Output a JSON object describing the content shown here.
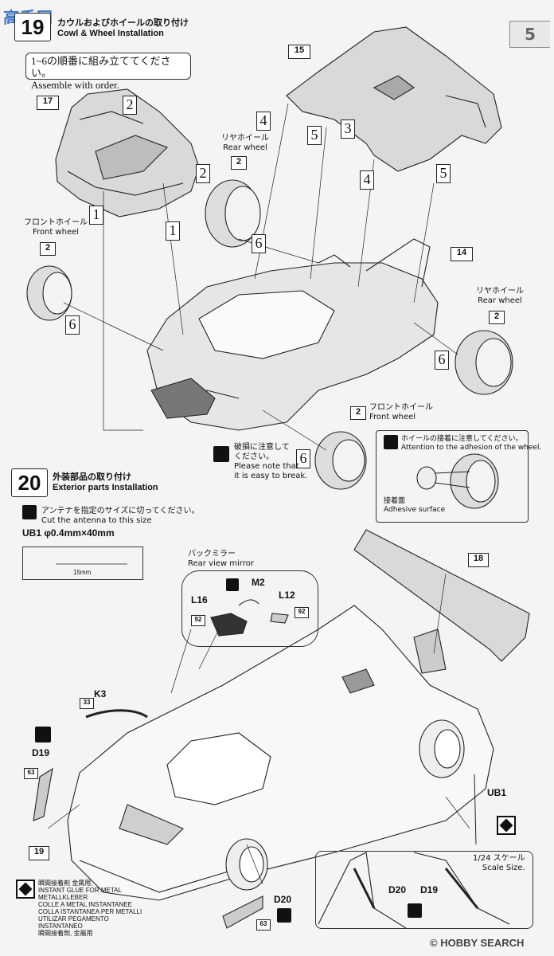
{
  "watermark": "高手网",
  "step19": {
    "number": "19",
    "title_jp": "カウルおよびホイールの取り付け",
    "title_en": "Cowl & Wheel Installation",
    "order_jp": "1~6の順番に組み立ててください。",
    "order_en": "Assemble with order.",
    "parts": {
      "p17": "17",
      "p15": "15",
      "p14": "14"
    },
    "steps": {
      "s1a": "1",
      "s1b": "1",
      "s2a": "2",
      "s2b": "2",
      "s3": "3",
      "s4a": "4",
      "s4b": "4",
      "s5a": "5",
      "s5b": "5",
      "s6a": "6",
      "s6b": "6",
      "s6c": "6",
      "s6d": "6"
    },
    "rear_wheel_top": {
      "jp": "リヤホイール",
      "en": "Rear wheel",
      "part": "2"
    },
    "front_wheel_left": {
      "jp": "フロントホイール",
      "en": "Front wheel",
      "part": "2"
    },
    "rear_wheel_right": {
      "jp": "リヤホイール",
      "en": "Rear wheel",
      "part": "2"
    },
    "front_wheel_bottom": {
      "jp": "フロントホイール",
      "en": "Front wheel",
      "part": "2"
    },
    "break_note": {
      "jp1": "破損に注意して",
      "jp2": "ください。",
      "en1": "Please note that",
      "en2": "it is easy to break."
    },
    "adhesion_note": {
      "jp": "ホイールの接着に注意してください。",
      "en": "Attention to the adhesion of the wheel.",
      "surface_jp": "接着面",
      "surface_en": "Adhesive surface"
    }
  },
  "step20": {
    "number": "20",
    "title_jp": "外装部品の取り付け",
    "title_en": "Exterior parts Installation",
    "antenna_jp": "アンテナを指定のサイズに切ってください。",
    "antenna_en": "Cut the antenna to this size",
    "antenna_spec": "UB1 φ0.4mm×40mm",
    "measure": "15mm",
    "mirror_jp": "バックミラー",
    "mirror_en": "Rear view mirror",
    "parts": {
      "M2": "M2",
      "L16": "L16",
      "L12": "L12",
      "c92a": "92",
      "c92b": "92",
      "K3": "K3",
      "c33": "33",
      "D19": "D19",
      "c63a": "63",
      "p18": "18",
      "p19": "19",
      "UB1": "UB1",
      "D20": "D20",
      "c63b": "63"
    },
    "scale_jp": "1/24 スケール",
    "scale_en": "Scale Size.",
    "scale_parts": {
      "d20": "D20",
      "d19": "D19"
    },
    "glue_legend": [
      "瞬間接着剤 金属用,",
      "INSTANT GLUE FOR METAL",
      "METALLKLEBER",
      "COLLE A METAL INSTANTANEE",
      "COLLA ISTANTANEA PER METALLI",
      "UTILIZAR PEGAMENTO INSTANTANEO",
      "瞬間接着劑, 金屬用"
    ]
  },
  "footer": {
    "brand": "© HOBBY SEARCH"
  },
  "right_tab": "5"
}
